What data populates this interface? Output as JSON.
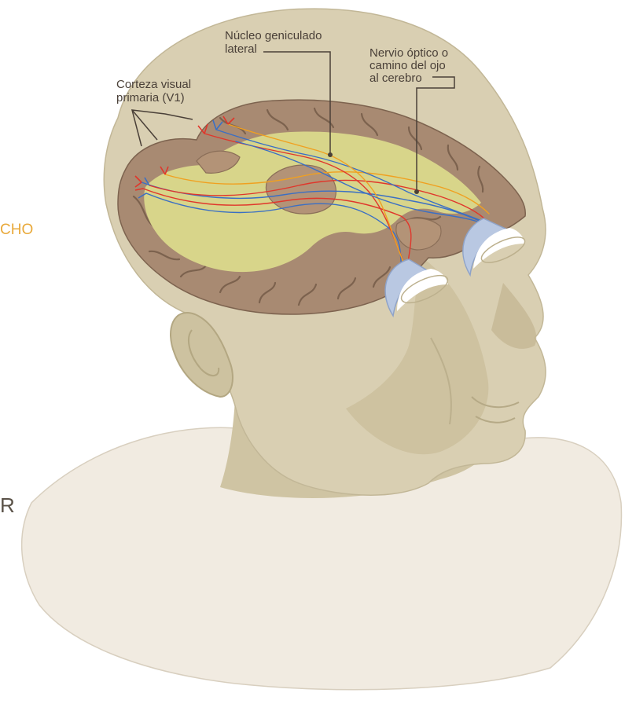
{
  "labels": {
    "lgn_line1": "Núcleo geniculado",
    "lgn_line2": "lateral",
    "optic_line1": "Nervio óptico o",
    "optic_line2": "camino del ojo",
    "optic_line3": "al cerebro",
    "v1_line1": "Corteza visual",
    "v1_line2": "primaria (V1)"
  },
  "edge_text": {
    "left_mid": "CHO",
    "left_low": "R"
  },
  "colors": {
    "skin": "#d9cfb2",
    "skin_shadow": "#c7bb98",
    "brain": "#a88a72",
    "brain_dark": "#8a6e58",
    "white_matter": "#d8d58a",
    "shoulders": "#f1ebe1",
    "nerve_red": "#e0362b",
    "nerve_blue": "#3a6fc4",
    "nerve_orange": "#f0a020",
    "eye": "#b9c8e2",
    "edge_orange": "#e9a93a"
  }
}
